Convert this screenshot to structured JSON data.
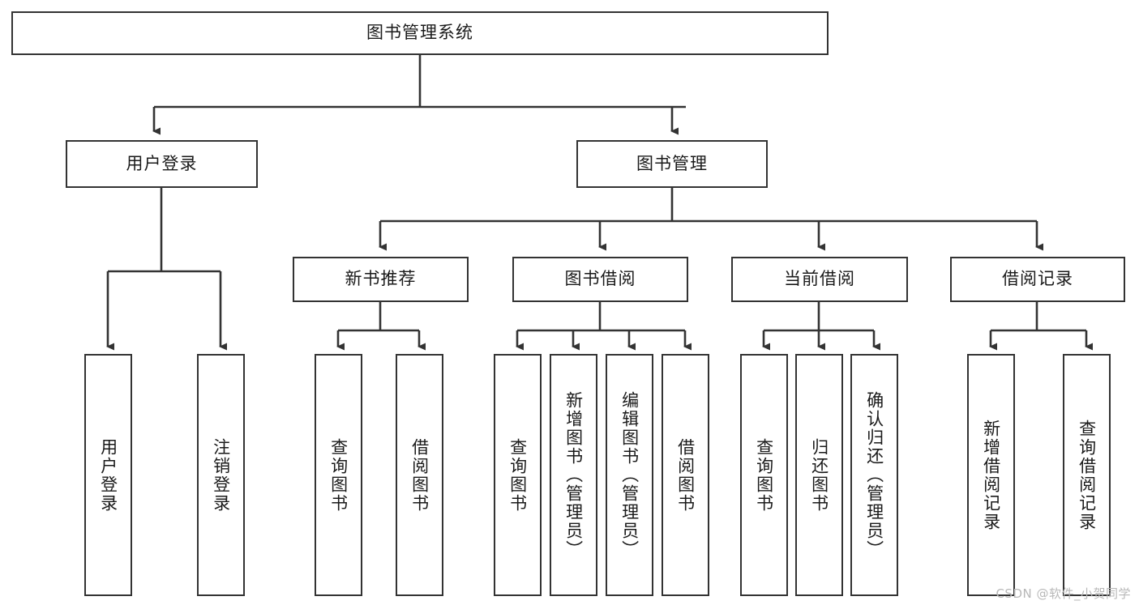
{
  "diagram": {
    "title": "图书管理系统",
    "type": "function-structure-tree",
    "colors": {
      "stroke": "#333333",
      "fill": "#ffffff",
      "text": "#1a1a1a",
      "watermark": "#b8b8b8"
    },
    "root": {
      "label": "图书管理系统"
    },
    "level2": [
      {
        "label": "用户登录"
      },
      {
        "label": "图书管理"
      }
    ],
    "level3": [
      {
        "label": "新书推荐"
      },
      {
        "label": "图书借阅"
      },
      {
        "label": "当前借阅"
      },
      {
        "label": "借阅记录"
      }
    ],
    "leaves": {
      "user_login": [
        {
          "label": "用户登录"
        },
        {
          "label": "注销登录"
        }
      ],
      "new_book": [
        {
          "label": "查询图书"
        },
        {
          "label": "借阅图书"
        }
      ],
      "book_borrow": [
        {
          "label": "查询图书"
        },
        {
          "label": "新增图书（管理员）"
        },
        {
          "label": "编辑图书（管理员）"
        },
        {
          "label": "借阅图书"
        }
      ],
      "current_borrow": [
        {
          "label": "查询图书"
        },
        {
          "label": "归还图书"
        },
        {
          "label": "确认归还（管理员）"
        }
      ],
      "borrow_record": [
        {
          "label": "新增借阅记录"
        },
        {
          "label": "查询借阅记录"
        }
      ]
    },
    "watermark": "CSDN @软件_小贺同学"
  }
}
